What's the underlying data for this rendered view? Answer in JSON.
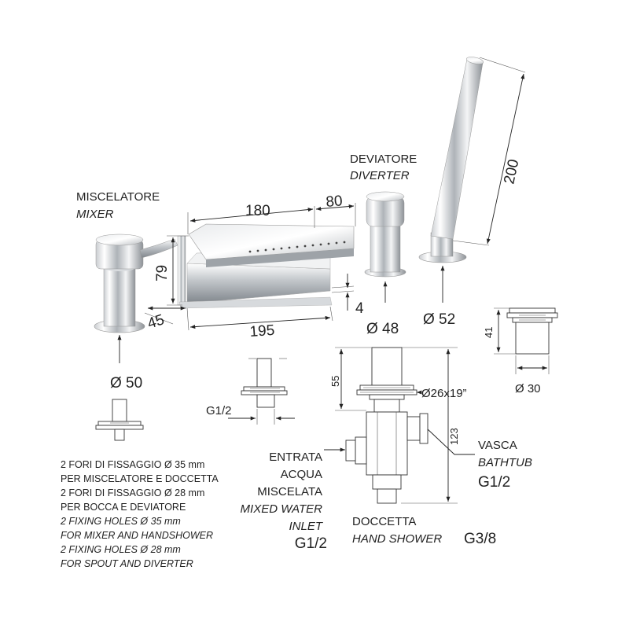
{
  "labels": {
    "mixer_it": "MISCELATORE",
    "mixer_en": "MIXER",
    "diverter_it": "DEVIATORE",
    "diverter_en": "DIVERTER",
    "bathtub_it": "VASCA",
    "bathtub_en": "BATHTUB",
    "bathtub_thread": "G1/2",
    "inlet_it_1": "ENTRATA",
    "inlet_it_2": "ACQUA",
    "inlet_it_3": "MISCELATA",
    "inlet_en_1": "MIXED WATER",
    "inlet_en_2": "INLET",
    "inlet_thread": "G1/2",
    "shower_it": "DOCCETTA",
    "shower_en": "HAND SHOWER",
    "shower_thread": "G3/8",
    "tail_thread": "G1/2"
  },
  "dimensions": {
    "spout_width": "180",
    "spout_depth": "80",
    "handshower_length": "200",
    "spout_height": "79",
    "mixer_offset": "45",
    "spout_length": "195",
    "clearance": "4",
    "diverter_diameter": "Ø 48",
    "handshower_base_diameter": "Ø 52",
    "mixer_diameter": "Ø 50",
    "tail_length": "55",
    "nut_thread": "Ø26x19”",
    "body_height": "123",
    "holder_height": "41",
    "holder_diameter": "Ø 30"
  },
  "notes": [
    "2 FORI DI FISSAGGIO Ø 35 mm",
    "PER MISCELATORE E DOCCETTA",
    "2 FORI DI FISSAGGIO Ø 28 mm",
    "PER BOCCA E DEVIATORE",
    "2 FIXING HOLES Ø 35 mm",
    "FOR MIXER AND HANDSHOWER",
    "2 FIXING HOLES Ø 28 mm",
    "FOR SPOUT AND DIVERTER"
  ]
}
